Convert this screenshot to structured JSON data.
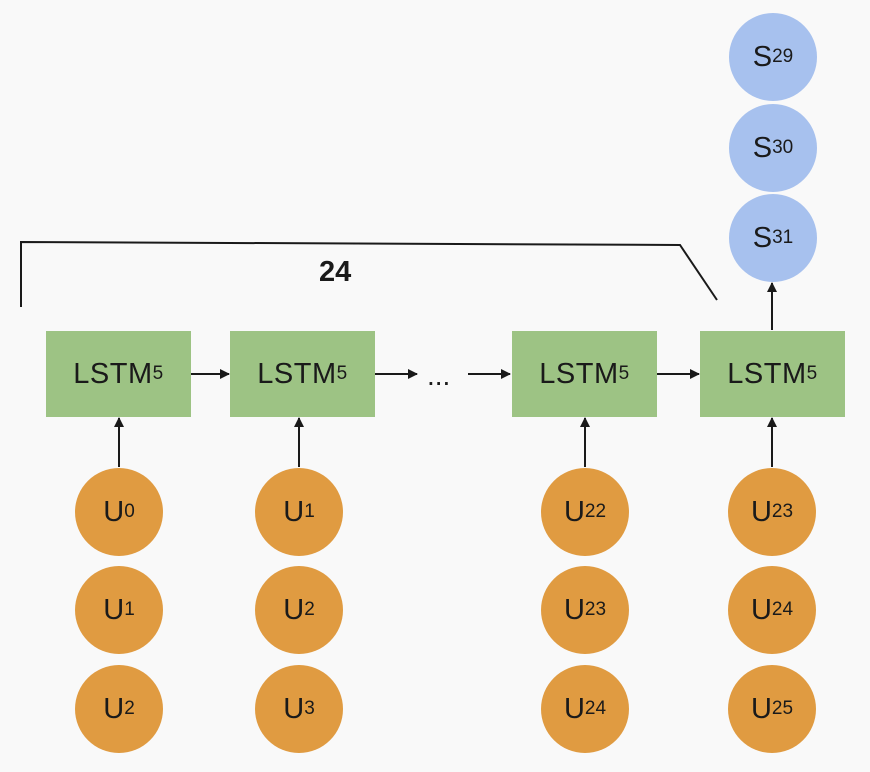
{
  "bracket": {
    "label": "24"
  },
  "ellipsis": "...",
  "lstm_cells": [
    {
      "label": "LSTM",
      "sub": "5"
    },
    {
      "label": "LSTM",
      "sub": "5"
    },
    {
      "label": "LSTM",
      "sub": "5"
    },
    {
      "label": "LSTM",
      "sub": "5"
    }
  ],
  "input_columns": [
    [
      {
        "label": "U",
        "sub": "0"
      },
      {
        "label": "U",
        "sub": "1"
      },
      {
        "label": "U",
        "sub": "2"
      }
    ],
    [
      {
        "label": "U",
        "sub": "1"
      },
      {
        "label": "U",
        "sub": "2"
      },
      {
        "label": "U",
        "sub": "3"
      }
    ],
    [
      {
        "label": "U",
        "sub": "22"
      },
      {
        "label": "U",
        "sub": "23"
      },
      {
        "label": "U",
        "sub": "24"
      }
    ],
    [
      {
        "label": "U",
        "sub": "23"
      },
      {
        "label": "U",
        "sub": "24"
      },
      {
        "label": "U",
        "sub": "25"
      }
    ]
  ],
  "outputs": [
    {
      "label": "S",
      "sub": "29"
    },
    {
      "label": "S",
      "sub": "30"
    },
    {
      "label": "S",
      "sub": "31"
    }
  ],
  "colors": {
    "lstm": "#9dc384",
    "input": "#e09b41",
    "output": "#a7c1ee",
    "line": "#1a1a1a"
  }
}
